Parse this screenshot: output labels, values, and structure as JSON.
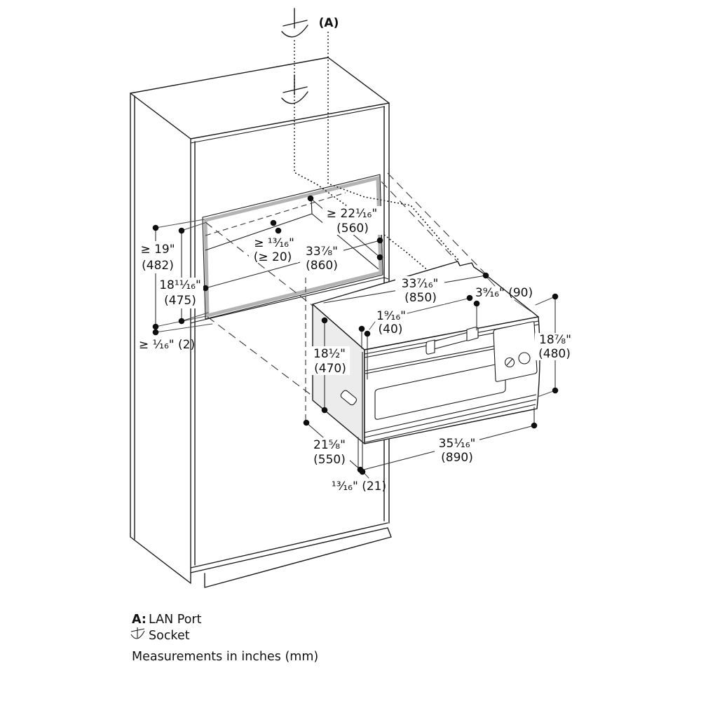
{
  "colors": {
    "background": "#ffffff",
    "line": "#1a1a1a",
    "cutout_frame_highlight": "#b3b3b3",
    "oven_side_shade": "#ececec",
    "dimension_dot": "#0e0e0e"
  },
  "callout": {
    "a_ref": "(A)"
  },
  "dims": {
    "niche_min_height": {
      "l1": "≥ 19\"",
      "l2": "(482)"
    },
    "opening_height": {
      "l1": "18¹¹⁄₁₆\"",
      "l2": "(475)"
    },
    "bottom_gap": {
      "l1": "≥ ¹⁄₁₆\" (2)"
    },
    "rear_clearance": {
      "l1": "≥ ¹³⁄₁₆\"",
      "l2": "(≥ 20)"
    },
    "niche_depth": {
      "l1": "≥ 22¹⁄₁₆\"",
      "l2": "(560)"
    },
    "niche_width": {
      "l1": "33⅞\"",
      "l2": "(860)"
    },
    "body_width": {
      "l1": "33⁷⁄₁₆\"",
      "l2": "(850)"
    },
    "rear_step": {
      "l1": "3⁹⁄₁₆\" (90)"
    },
    "front_overhang": {
      "l1": "1⁹⁄₁₆\"",
      "l2": "(40)"
    },
    "body_height": {
      "l1": "18½\"",
      "l2": "(470)"
    },
    "total_height": {
      "l1": "18⅞\"",
      "l2": "(480)"
    },
    "body_depth": {
      "l1": "21⅝\"",
      "l2": "(550)"
    },
    "bottom_step": {
      "l1": "¹³⁄₁₆\" (21)"
    },
    "front_width": {
      "l1": "35¹⁄₁₆\"",
      "l2": "(890)"
    }
  },
  "legend": {
    "a_key": "A:",
    "a_value": "LAN Port",
    "socket_value": "Socket",
    "note": "Measurements in inches (mm)"
  }
}
